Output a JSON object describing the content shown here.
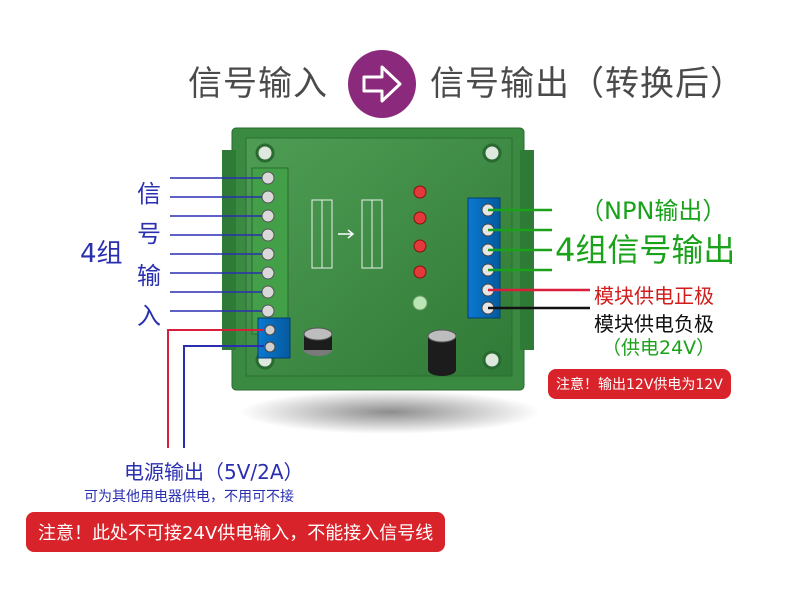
{
  "title": {
    "left": "信号输入",
    "right": "信号输出（转换后）"
  },
  "left_labels": {
    "group": "4组",
    "chars": [
      "信",
      "号",
      "输",
      "入"
    ]
  },
  "right_labels": {
    "npn": "（NPN输出）",
    "group": "4组信号输出",
    "positive": "模块供电正极",
    "negative": "模块供电负极",
    "supply": "（供电24V）",
    "note": "注意！输出12V供电为12V"
  },
  "bottom": {
    "power_out": "电源输出（5V/2A）",
    "power_note": "可为其他用电器供电，不用可不接",
    "warning": "注意！此处不可接24V供电输入，不能接入信号线"
  },
  "colors": {
    "accent_purple": "#8b2a7d",
    "pcb_green": "#3f8f45",
    "signal_blue": "#2a2fb0",
    "output_green": "#1aa21a",
    "warn_red": "#d8232a"
  }
}
